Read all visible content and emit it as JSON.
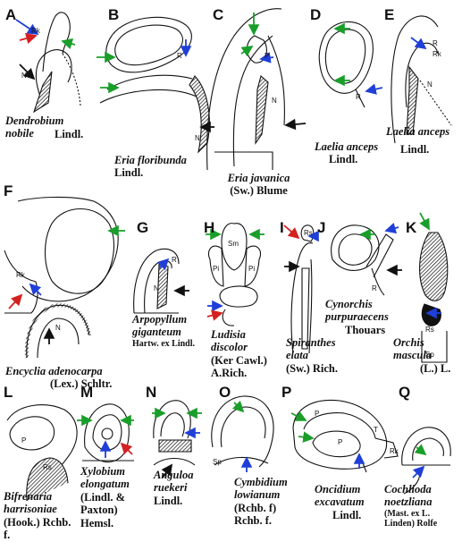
{
  "colors": {
    "green": "#1a9e2a",
    "blue": "#1f3fd8",
    "red": "#d42020",
    "black": "#111111"
  },
  "panels": [
    {
      "id": "A",
      "letter": "A",
      "species": "Dendrobium nobile",
      "author": "Lindl."
    },
    {
      "id": "B",
      "letter": "B",
      "species": "Eria floribunda",
      "author": "Lindl."
    },
    {
      "id": "C",
      "letter": "C",
      "species": "Eria javanica",
      "author": "(Sw.) Blume"
    },
    {
      "id": "D",
      "letter": "D",
      "species": "Laelia anceps",
      "author": "Lindl."
    },
    {
      "id": "E",
      "letter": "E",
      "species": "Laelia anceps",
      "author": "Lindl."
    },
    {
      "id": "F",
      "letter": "F",
      "species": "Encyclia adenocarpa",
      "author": "(Lex.) Schltr."
    },
    {
      "id": "G",
      "letter": "G",
      "species": "Arpopyllum giganteum",
      "author": "Hartw. ex Lindl."
    },
    {
      "id": "H",
      "letter": "H",
      "species": "Ludisia discolor",
      "author": "(Ker Cawl.) A.Rich."
    },
    {
      "id": "I",
      "letter": "I",
      "species": "Spiranthes elata",
      "author": "(Sw.) Rich."
    },
    {
      "id": "J",
      "letter": "J",
      "species": "Cynorchis purpuraecens",
      "author": "Thouars"
    },
    {
      "id": "K",
      "letter": "K",
      "species": "Orchis mascula",
      "author": "(L.) L."
    },
    {
      "id": "L",
      "letter": "L",
      "species": "Bifrenaria harrisoniae",
      "author": "(Hook.) Rchb. f."
    },
    {
      "id": "M",
      "letter": "M",
      "species": "Xylobium elongatum",
      "author": "(Lindl. & Paxton) Hemsl."
    },
    {
      "id": "N",
      "letter": "N",
      "species": "Anguloa ruekeri",
      "author": "Lindl."
    },
    {
      "id": "O",
      "letter": "O",
      "species": "Cymbidium lowianum",
      "author": "(Rchb. f) Rchb. f."
    },
    {
      "id": "P",
      "letter": "P",
      "species": "Oncidium excavatum",
      "author": "Lindl."
    },
    {
      "id": "Q",
      "letter": "Q",
      "species": "Cochlioda noetzliana",
      "author": "(Mast. ex L. Linden) Rolfe"
    }
  ],
  "drawing_labels": {
    "r": "R",
    "rk": "Rk",
    "n": "N",
    "p": "P",
    "sm": "Sm",
    "pi": "Pi",
    "rs": "Rs",
    "sp": "Sp",
    "t": "T"
  }
}
